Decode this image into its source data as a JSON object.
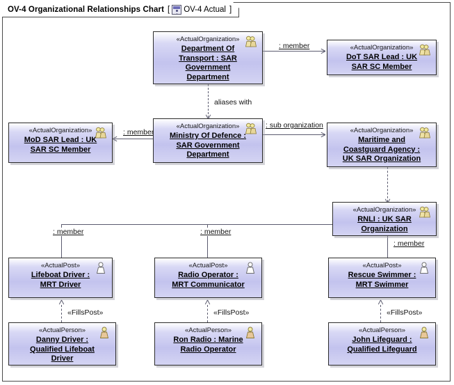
{
  "frame": {
    "title": "OV-4 Organizational Relationships Chart",
    "bracket_open": "[",
    "bracket_close": "]",
    "diagram_icon": "ov4-diagram-icon",
    "diagram_name": "OV-4 Actual"
  },
  "stereotypes": {
    "organization": "«ActualOrganization»",
    "post": "«ActualPost»",
    "person": "«ActualPerson»",
    "fills_post": "«FillsPost»"
  },
  "icons": {
    "organization": "group-of-people-icon",
    "post": "person-outline-icon",
    "person": "person-filled-icon"
  },
  "nodes": [
    {
      "id": "dept-of-transport",
      "stereotype": "«ActualOrganization»",
      "name": "Department Of Transport : SAR Government Department",
      "icon": "group-of-people-icon"
    },
    {
      "id": "dot-sar-lead",
      "stereotype": "«ActualOrganization»",
      "name": "DoT SAR Lead : UK SAR SC Member",
      "icon": "group-of-people-icon"
    },
    {
      "id": "mod-sar-lead",
      "stereotype": "«ActualOrganization»",
      "name": "MoD SAR Lead : UK SAR SC Member",
      "icon": "group-of-people-icon"
    },
    {
      "id": "ministry-of-defence",
      "stereotype": "«ActualOrganization»",
      "name": "Ministry Of Defence : SAR Government Department",
      "icon": "group-of-people-icon"
    },
    {
      "id": "maritime-coastguard",
      "stereotype": "«ActualOrganization»",
      "name": "Maritime and Coastguard Agency : UK SAR Organization",
      "icon": "group-of-people-icon"
    },
    {
      "id": "rnli",
      "stereotype": "«ActualOrganization»",
      "name": "RNLI : UK SAR Organization",
      "icon": "group-of-people-icon"
    },
    {
      "id": "lifeboat-driver",
      "stereotype": "«ActualPost»",
      "name": "Lifeboat Driver : MRT Driver",
      "icon": "person-outline-icon"
    },
    {
      "id": "radio-operator",
      "stereotype": "«ActualPost»",
      "name": "Radio Operator : MRT Communicator",
      "icon": "person-outline-icon"
    },
    {
      "id": "rescue-swimmer",
      "stereotype": "«ActualPost»",
      "name": "Rescue Swimmer : MRT Swimmer",
      "icon": "person-outline-icon"
    },
    {
      "id": "danny-driver",
      "stereotype": "«ActualPerson»",
      "name": "Danny Driver : Qualified Lifeboat Driver",
      "icon": "person-filled-icon"
    },
    {
      "id": "ron-radio",
      "stereotype": "«ActualPerson»",
      "name": "Ron Radio : Marine Radio Operator",
      "icon": "person-filled-icon"
    },
    {
      "id": "john-lifeguard",
      "stereotype": "«ActualPerson»",
      "name": "John Lifeguard : Qualified Lifeguard",
      "icon": "person-filled-icon"
    }
  ],
  "edges": [
    {
      "id": "dot-to-dotlead",
      "label": ": member",
      "from": "dept-of-transport",
      "to": "dot-sar-lead"
    },
    {
      "id": "dot-to-mod",
      "label": "aliases with",
      "from": "dept-of-transport",
      "to": "ministry-of-defence"
    },
    {
      "id": "mod-to-modlead",
      "label": ": member",
      "from": "ministry-of-defence",
      "to": "mod-sar-lead"
    },
    {
      "id": "mod-to-mca",
      "label": ": sub organization",
      "from": "ministry-of-defence",
      "to": "maritime-coastguard"
    },
    {
      "id": "mca-to-rnli",
      "label": "",
      "from": "maritime-coastguard",
      "to": "rnli"
    },
    {
      "id": "rnli-to-lifeboat",
      "label": ": member",
      "from": "rnli",
      "to": "lifeboat-driver"
    },
    {
      "id": "rnli-to-radio",
      "label": ": member",
      "from": "rnli",
      "to": "radio-operator"
    },
    {
      "id": "rnli-to-swimmer",
      "label": ": member",
      "from": "rnli",
      "to": "rescue-swimmer"
    },
    {
      "id": "danny-fills-lifeboat",
      "label": "«FillsPost»",
      "from": "danny-driver",
      "to": "lifeboat-driver"
    },
    {
      "id": "ron-fills-radio",
      "label": "«FillsPost»",
      "from": "ron-radio",
      "to": "radio-operator"
    },
    {
      "id": "john-fills-swimmer",
      "label": "«FillsPost»",
      "from": "john-lifeguard",
      "to": "rescue-swimmer"
    }
  ],
  "colors": {
    "node_fill": "#c3c3ee",
    "node_border": "#2b2b2b",
    "line": "#5a5a6e",
    "frame_border": "#4a4a4a",
    "canvas": "#ffffff"
  }
}
